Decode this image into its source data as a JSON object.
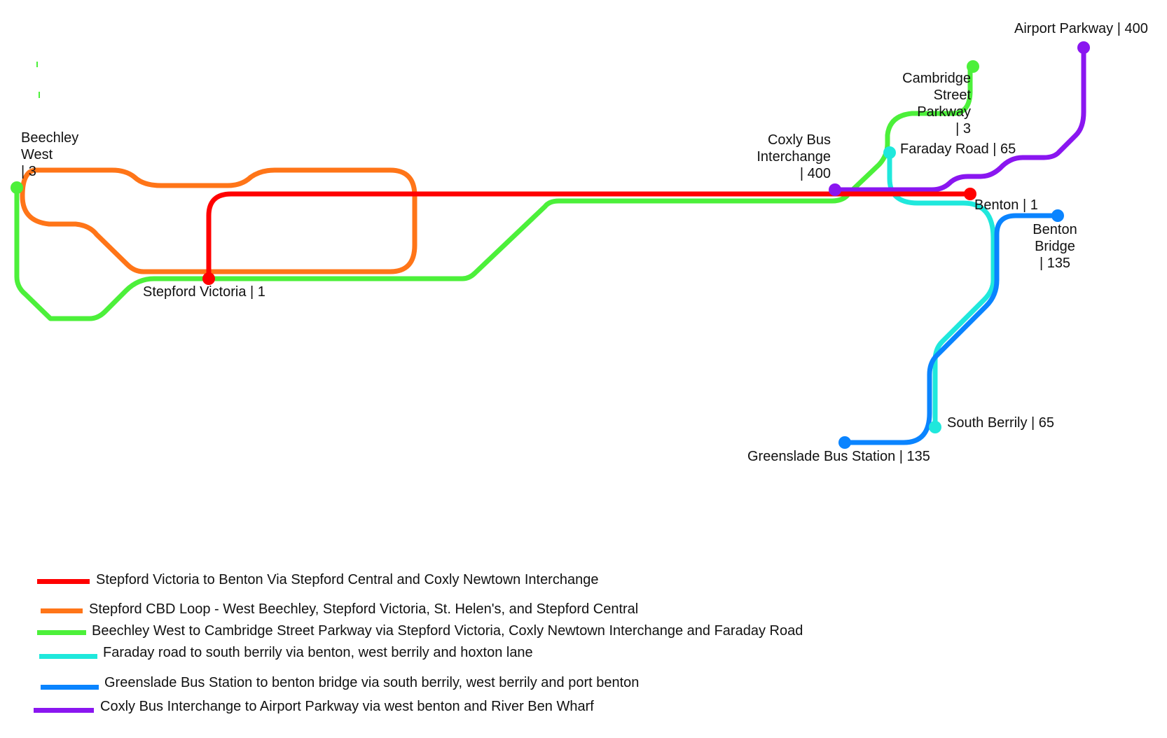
{
  "routes": [
    {
      "id": "red",
      "color": "#ff0000",
      "legend": "Stepford Victoria to Benton Via Stepford Central and Coxly Newtown Interchange"
    },
    {
      "id": "orange",
      "color": "#ff7518",
      "legend": "Stepford CBD Loop - West Beechley, Stepford Victoria, St. Helen's, and Stepford Central"
    },
    {
      "id": "green",
      "color": "#4cf03a",
      "legend": "Beechley West to Cambridge Street Parkway via Stepford Victoria, Coxly Newtown Interchange and Faraday Road"
    },
    {
      "id": "cyan",
      "color": "#1fe8dc",
      "legend": "Faraday road to south berrily via benton, west berrily and hoxton lane"
    },
    {
      "id": "blue",
      "color": "#0a84ff",
      "legend": "Greenslade Bus Station to benton bridge via south berrily, west berrily and port benton"
    },
    {
      "id": "purple",
      "color": "#8a16f0",
      "legend": "Coxly Bus Interchange to Airport Parkway via west benton and River Ben Wharf"
    }
  ],
  "stations": {
    "beechley_west": {
      "name": "Beechley West",
      "line1": "Beechley",
      "line2": "West",
      "line3": "| 3"
    },
    "stepford_victoria": {
      "name": "Stepford Victoria | 1"
    },
    "coxly_bus_interchange": {
      "line1": "Coxly Bus",
      "line2": "Interchange",
      "line3": "| 400"
    },
    "cambridge_street_parkway": {
      "line1": "Cambridge",
      "line2": "Street",
      "line3": "Parkway",
      "line4": "| 3"
    },
    "faraday_road": {
      "name": "Faraday Road | 65"
    },
    "airport_parkway": {
      "name": "Airport Parkway | 400"
    },
    "benton": {
      "name": "Benton | 1"
    },
    "benton_bridge": {
      "line1": "Benton",
      "line2": "Bridge",
      "line3": "| 135"
    },
    "south_berrily": {
      "name": "South Berrily | 65"
    },
    "greenslade_bus_station": {
      "name": "Greenslade Bus Station | 135"
    }
  }
}
